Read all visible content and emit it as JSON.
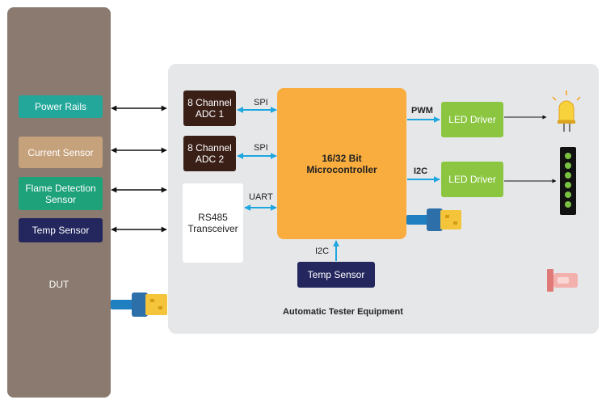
{
  "dut": {
    "label": "DUT",
    "items": [
      "Power Rails",
      "Current Sensor",
      "Flame Detection Sensor",
      "Temp Sensor"
    ]
  },
  "ate": {
    "title": "Automatic Tester Equipment",
    "adc1": "8 Channel ADC 1",
    "adc2": "8 Channel ADC 2",
    "rs485": "RS485 Transceiver",
    "mcu": "16/32 Bit Microcontroller",
    "led_driver_1": "LED Driver",
    "led_driver_2": "LED Driver",
    "temp_sensor": "Temp Sensor"
  },
  "links": {
    "spi_1": "SPI",
    "spi_2": "SPI",
    "uart": "UART",
    "pwm": "PWM",
    "i2c_led": "I2C",
    "i2c_temp": "I2C"
  },
  "colors": {
    "dut_panel": "#8a7a6f",
    "ate_panel": "#e6e7e9",
    "microcontroller": "#f9ad3f",
    "led_driver": "#8cc641",
    "adc": "#3a1f17",
    "arrow_blue": "#1ea6e0"
  }
}
